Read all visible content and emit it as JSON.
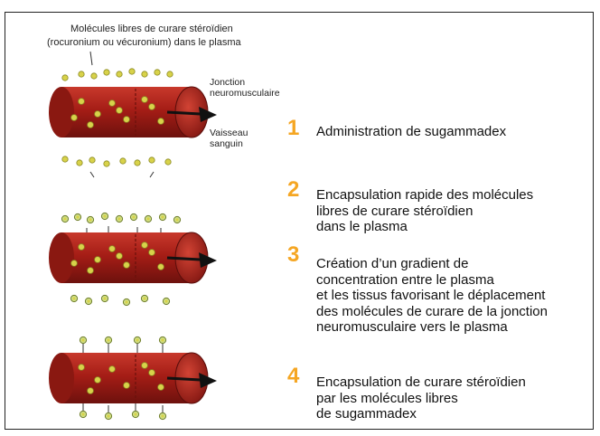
{
  "header": {
    "line1": "Molécules libres de curare stéroïdien",
    "line2": "(rocuronium ou vécuronium) dans le plasma"
  },
  "labels": {
    "jonction_line1": "Jonction",
    "jonction_line2": "neuromusculaire",
    "vaisseau_line1": "Vaisseau",
    "vaisseau_line2": "sanguin"
  },
  "steps": [
    {
      "number": "1",
      "lines": [
        "Administration de sugammadex"
      ]
    },
    {
      "number": "2",
      "lines": [
        "Encapsulation rapide des molécules",
        "libres de curare stéroïdien",
        "dans le plasma"
      ]
    },
    {
      "number": "3",
      "lines": [
        "Création d’un gradient de",
        "concentration entre le plasma",
        "et les tissus favorisant le déplacement",
        "des molécules de curare de la jonction",
        "neuromusculaire vers le plasma"
      ]
    },
    {
      "number": "4",
      "lines": [
        "Encapsulation de curare stéroïdien",
        "par les molécules libres",
        "de sugammadex"
      ]
    }
  ],
  "colors": {
    "vessel": "#b0231b",
    "vessel_dark": "#7a1410",
    "molecule": "#d8d24a",
    "number": "#f5a623"
  }
}
